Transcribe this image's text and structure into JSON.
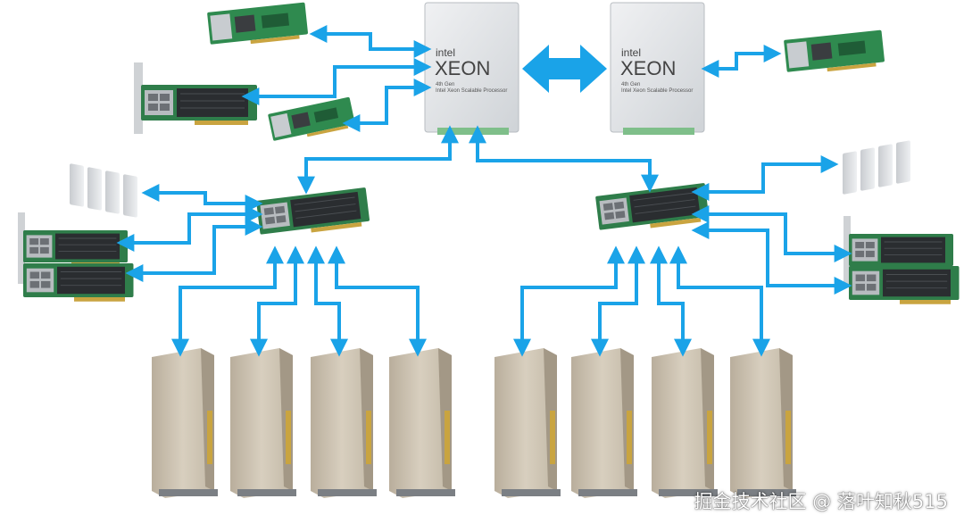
{
  "diagram": {
    "cpus": [
      {
        "brand": "intel",
        "model": "XEON",
        "gen": "4th Gen",
        "line": "Intel Xeon Scalable Processor"
      },
      {
        "brand": "intel",
        "model": "XEON",
        "gen": "4th Gen",
        "line": "Intel Xeon Scalable Processor"
      }
    ],
    "watermark": "掘金技术社区 @ 落叶知秋515",
    "colors": {
      "arrow": "#1aa3e8",
      "pcb": "#2f7d4a",
      "heatsink": "#2a2d30",
      "gpu": "#cfc5b4",
      "ssd": "#d9dcdf",
      "cpu": "#e4e6e8"
    }
  }
}
